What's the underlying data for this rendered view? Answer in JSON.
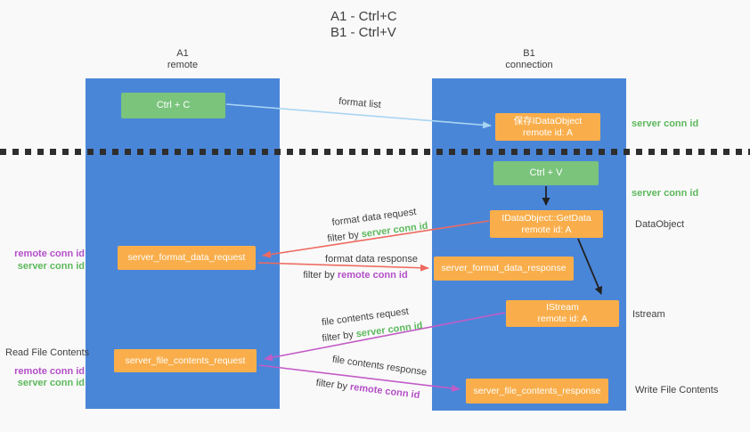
{
  "title": {
    "line1": "A1 - Ctrl+C",
    "line2": "B1 - Ctrl+V"
  },
  "lanes": {
    "left": {
      "title": "A1",
      "subtitle": "remote"
    },
    "right": {
      "title": "B1",
      "subtitle": "connection"
    }
  },
  "nodes": {
    "ctrl_c": {
      "label": "Ctrl + C"
    },
    "ctrl_v": {
      "label": "Ctrl + V"
    },
    "save_dataobject": {
      "line1": "保存IDataObject",
      "line2": "remote id: A"
    },
    "getdata": {
      "line1": "IDataObject::GetData",
      "line2": "remote id: A"
    },
    "istream": {
      "line1": "IStream",
      "line2": "remote id: A"
    },
    "format_request": {
      "label": "server_format_data_request"
    },
    "format_response": {
      "label": "server_format_data_response"
    },
    "file_request": {
      "label": "server_file_contents_request"
    },
    "file_response": {
      "label": "server_file_contents_response"
    }
  },
  "arrow_labels": {
    "format_list": "format list",
    "format_data_request": "format data request",
    "format_data_response": "format data response",
    "file_contents_request": "file contents request",
    "file_contents_response": "file contents response",
    "filter_by": "filter by ",
    "server_conn_id": "server conn id",
    "remote_conn_id": "remote conn id"
  },
  "side_labels": {
    "server_conn_id_top": "server conn id",
    "server_conn_id_mid": "server conn id",
    "dataobject": "DataObject",
    "istream": "Istream",
    "write_file_contents": "Write File Contents",
    "read_file_contents": "Read File Contents",
    "remote_conn_id": "remote conn id",
    "server_conn_id": "server conn id"
  },
  "colors": {
    "bg": "#f9f9f9",
    "lane": "#4a86d8",
    "green-box": "#7ac47c",
    "orange-box": "#f9ae4b",
    "green-text": "#5cb85c",
    "purple-text": "#b44fc8",
    "red-arrow": "#ee6a60",
    "magenta-arrow": "#c35bc7",
    "blue-arrow": "#a9d5f2",
    "dark": "#3f3f3f",
    "black-arrow": "#222222"
  }
}
